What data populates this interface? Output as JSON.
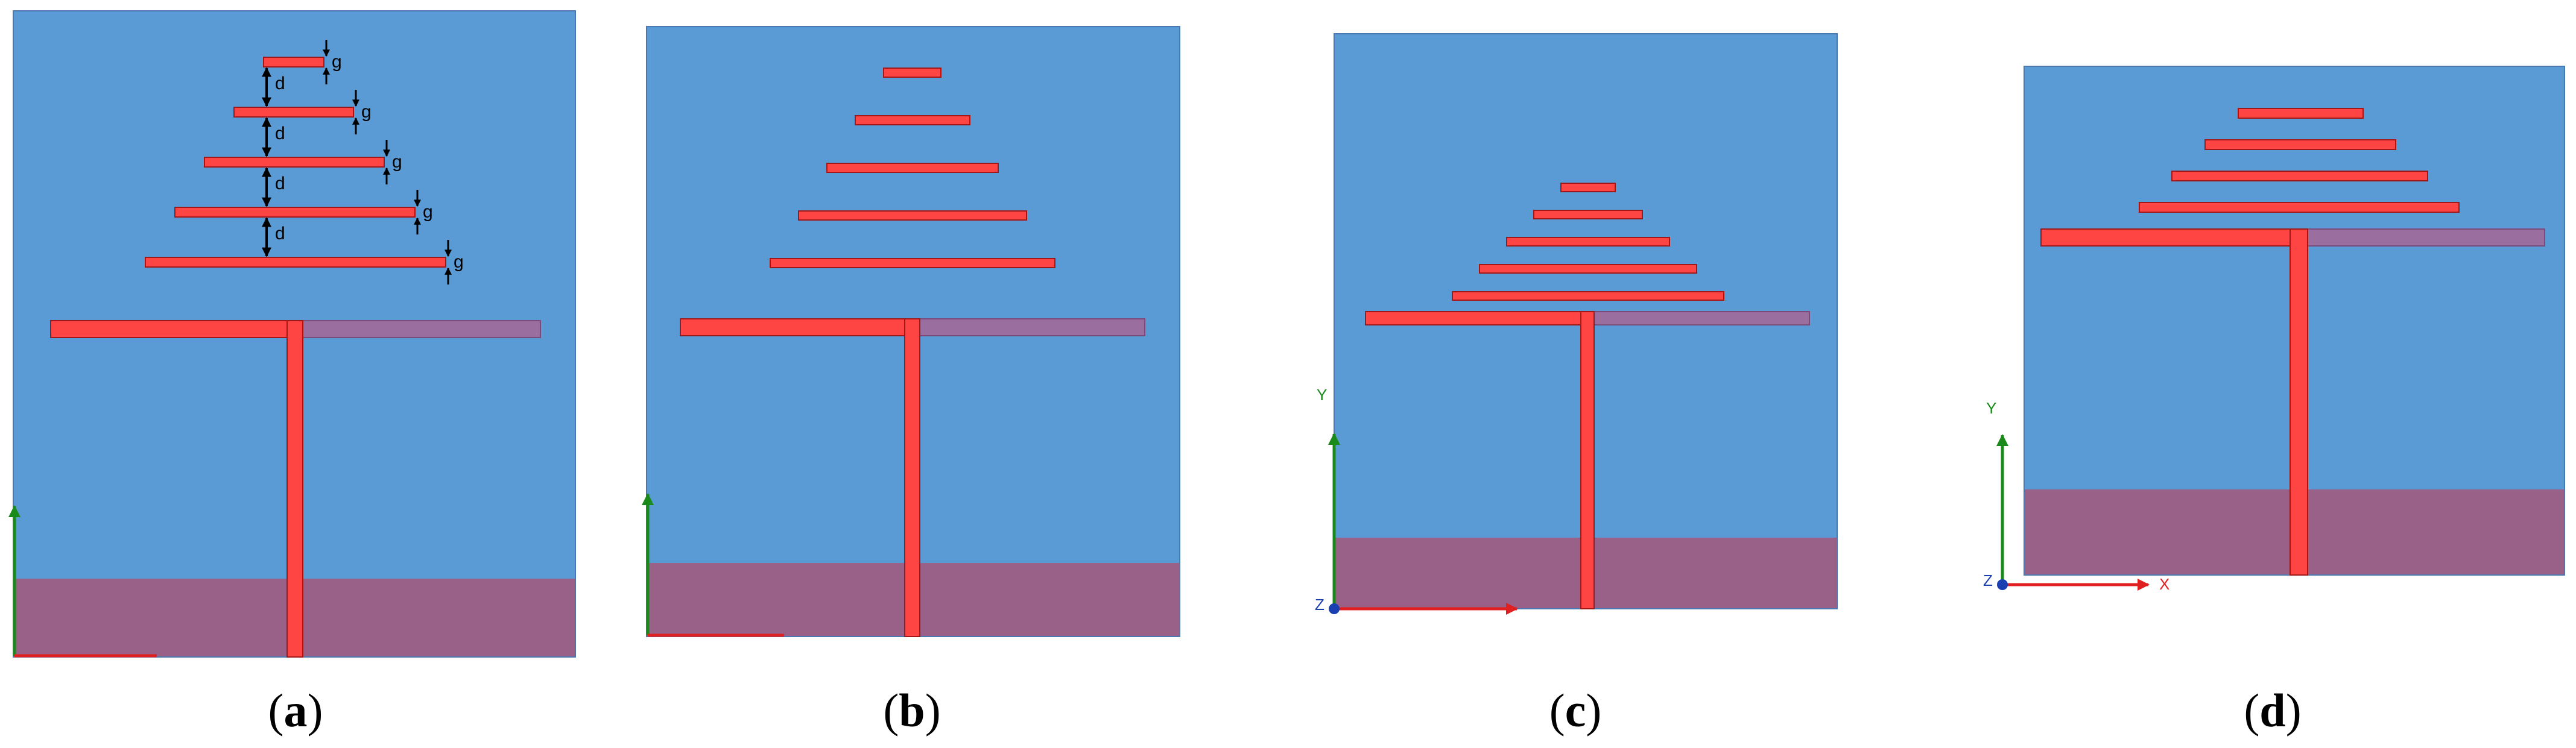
{
  "figure": {
    "panel_labels": [
      "a",
      "b",
      "c",
      "d"
    ],
    "dimension_labels": {
      "spacing": "d",
      "gap": "g"
    },
    "axis_labels": {
      "y": "Y",
      "x": "X",
      "z": "Z"
    },
    "colors": {
      "background": "#ffffff",
      "substrate": "#5b9bd5",
      "ground_plane": "#996088",
      "metal": "#ff4444",
      "metal_outline": "#a01818",
      "stub": "#9a6fa0",
      "panel_border": "#4a78b0",
      "y_axis": "#1a8a1a",
      "x_axis": "#e02020",
      "z_axis": "#1a3fb0"
    },
    "director_counts": [
      5,
      5,
      5,
      4
    ]
  }
}
